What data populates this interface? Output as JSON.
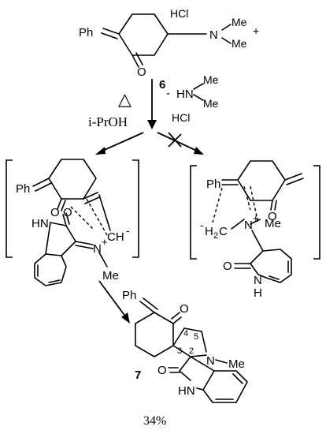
{
  "compound_6": {
    "substituent_ph": "Ph",
    "salt": "HCl",
    "me_top": "Me",
    "n_atom": "N",
    "me_bottom": "Me",
    "charge": "+",
    "oxygen": "O",
    "label": "6"
  },
  "conditions": {
    "heat_symbol": "△",
    "solvent": "i-PrOH",
    "minus": "-",
    "amine_h": "HN",
    "amine_me_top": "Me",
    "amine_me_bottom": "Me",
    "salt": "HCl"
  },
  "intermediate_left": {
    "ph": "Ph",
    "oxygen_ring": "O",
    "oxygen_lactam": "O",
    "nh": "HN",
    "carbanion": "CH",
    "carbanion_charge": "-",
    "n_plus": "N",
    "n_charge": "+",
    "me": "Me"
  },
  "intermediate_right": {
    "ph": "Ph",
    "oxygen_ring": "O",
    "h2c": "H",
    "h2c_sub": "2",
    "h2c_c": "C",
    "h2c_charge": "-",
    "n_plus": "N",
    "n_charge": "+",
    "me": "Me",
    "oxygen_lactam": "O",
    "n": "N",
    "h": "H"
  },
  "product_7": {
    "ph": "Ph",
    "oxygen_ring": "O",
    "locant_4": "4",
    "locant_5": "5",
    "locant_3": "3",
    "locant_2": "2",
    "n": "N",
    "me": "Me",
    "oxygen_lactam": "O",
    "nh": "HN",
    "label": "7"
  },
  "yield": "34%"
}
